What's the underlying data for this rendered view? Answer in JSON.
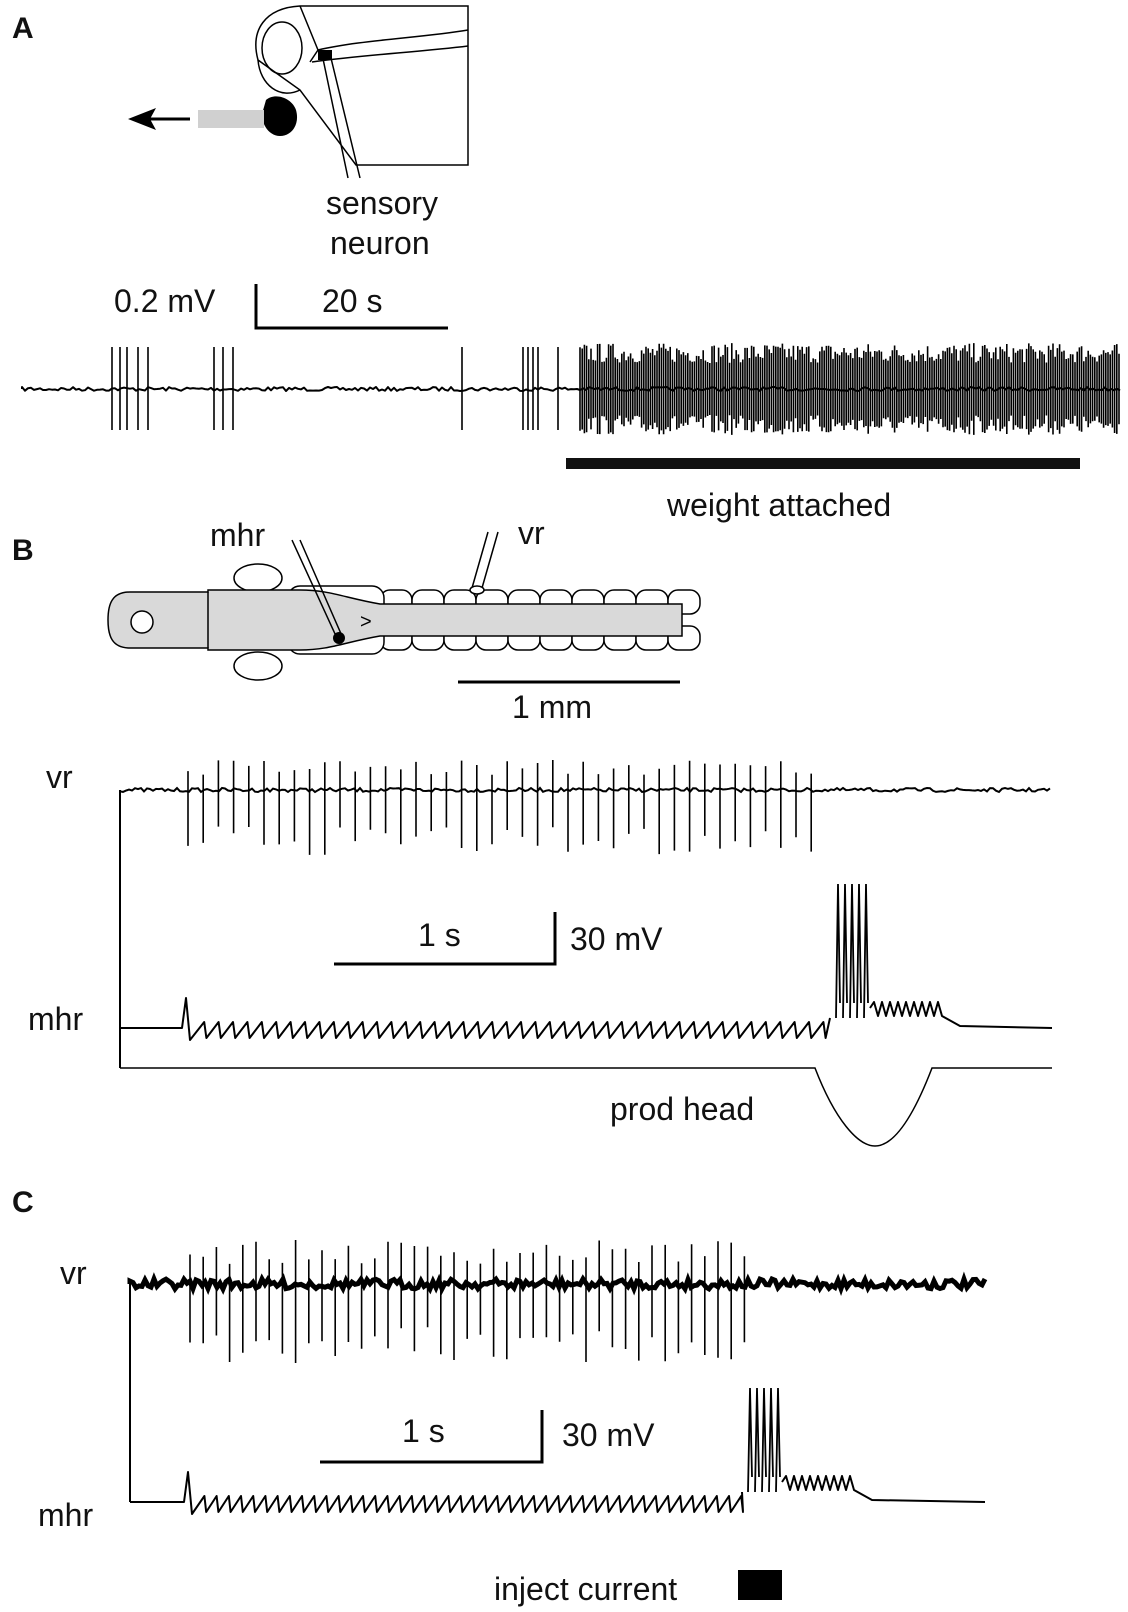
{
  "panels": {
    "a": {
      "letter": "A",
      "neuron_label_line1": "sensory",
      "neuron_label_line2": "neuron",
      "scale_v": "0.2 mV",
      "scale_t": "20 s",
      "bar_label": "weight attached"
    },
    "b": {
      "letter": "B",
      "electrode_mhr": "mhr",
      "electrode_vr": "vr",
      "arrow_glyph": ">",
      "scale_len": "1 mm",
      "trace_vr": "vr",
      "trace_mhr": "mhr",
      "scale_t": "1 s",
      "scale_v": "30 mV",
      "stim_label": "prod head"
    },
    "c": {
      "letter": "C",
      "trace_vr": "vr",
      "trace_mhr": "mhr",
      "scale_t": "1 s",
      "scale_v": "30 mV",
      "stim_label": "inject current"
    }
  }
}
